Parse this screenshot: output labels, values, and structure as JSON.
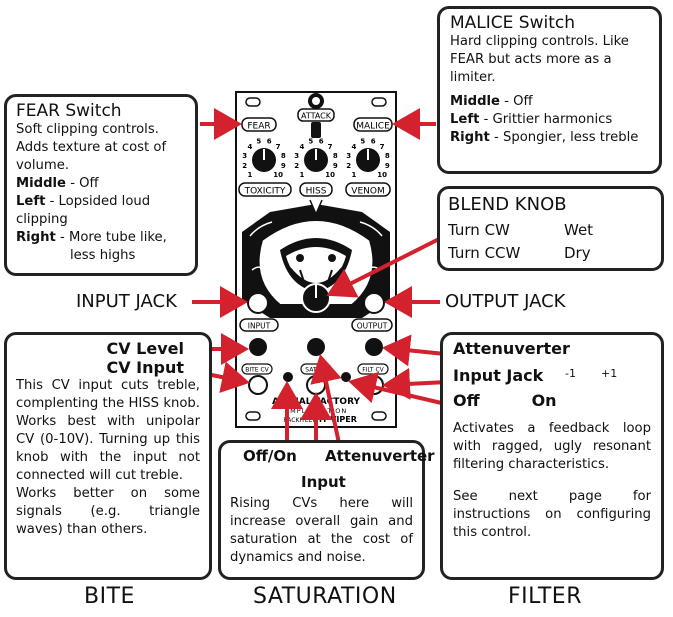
{
  "fear": {
    "title": "FEAR Switch",
    "desc": "Soft clipping controls. Adds texture at cost of volume.",
    "middle_k": "Middle",
    "middle_v": " - Off",
    "left_k": "Left",
    "left_v": " - Lopsided loud clipping",
    "right_k": "Right",
    "right_v": " - More tube like,",
    "right_v2": "less highs"
  },
  "malice": {
    "title": "MALICE Switch",
    "desc": "Hard clipping controls. Like FEAR but acts more as a limiter.",
    "middle_k": "Middle",
    "middle_v": " - Off",
    "left_k": "Left",
    "left_v": " - Grittier harmonics",
    "right_k": "Right",
    "right_v": " - Spongier, less treble"
  },
  "blend": {
    "title": "BLEND KNOB",
    "cw": "Turn CW",
    "wet": "Wet",
    "ccw": "Turn CCW",
    "dry": "Dry"
  },
  "labels": {
    "input_jack": "INPUT JACK",
    "output_jack": "OUTPUT JACK",
    "cv_level": "CV Level",
    "cv_input": "CV Input",
    "attenuverter": "Attenuverter",
    "input_jack_small": "Input Jack",
    "off_on_filter_off": "Off",
    "off_on_filter_on": "On",
    "off_on_sat": "Off/On",
    "input_sat": "Input",
    "attenuverter_sat": "Attenuverter",
    "minus1": "-1",
    "plus1": "+1"
  },
  "bite": {
    "desc": "This CV input cuts treble, complenting the HISS knob. Works best with unipolar CV (0-10V). Turning up this knob with the input not connected will cut treble.",
    "desc2": "Works better on some signals (e.g. triangle waves) than others."
  },
  "saturation": {
    "desc": "Rising CVs here will increase overall gain and saturation at the cost of dynamics and noise."
  },
  "filter": {
    "desc": "Activates a feedback loop with ragged, ugly resonant filtering characteristics.",
    "desc2": "See next page for instructions on configuring this control."
  },
  "sections": {
    "bite": "BITE",
    "saturation": "SATURATION",
    "filter": "FILTER"
  },
  "panel": {
    "fear": "FEAR",
    "attack": "ATTACK",
    "malice": "MALICE",
    "toxicity": "TOXICITY",
    "hiss": "HISS",
    "venom": "VENOM",
    "input": "INPUT",
    "output": "OUTPUT",
    "bite_cv": "BITE CV",
    "sat_cv": "SAT CV",
    "filt_cv": "FILT CV",
    "brand1": "ANIMAL FACTORY",
    "brand2": "AMPLIFICATION",
    "brand3": "RACKITEER",
    "brand4": "PIT VIPER",
    "dial_numbers": [
      "1",
      "2",
      "3",
      "4",
      "5",
      "6",
      "7",
      "8",
      "9",
      "10"
    ]
  },
  "colors": {
    "arrow": "#d3212d",
    "ink": "#111111"
  }
}
